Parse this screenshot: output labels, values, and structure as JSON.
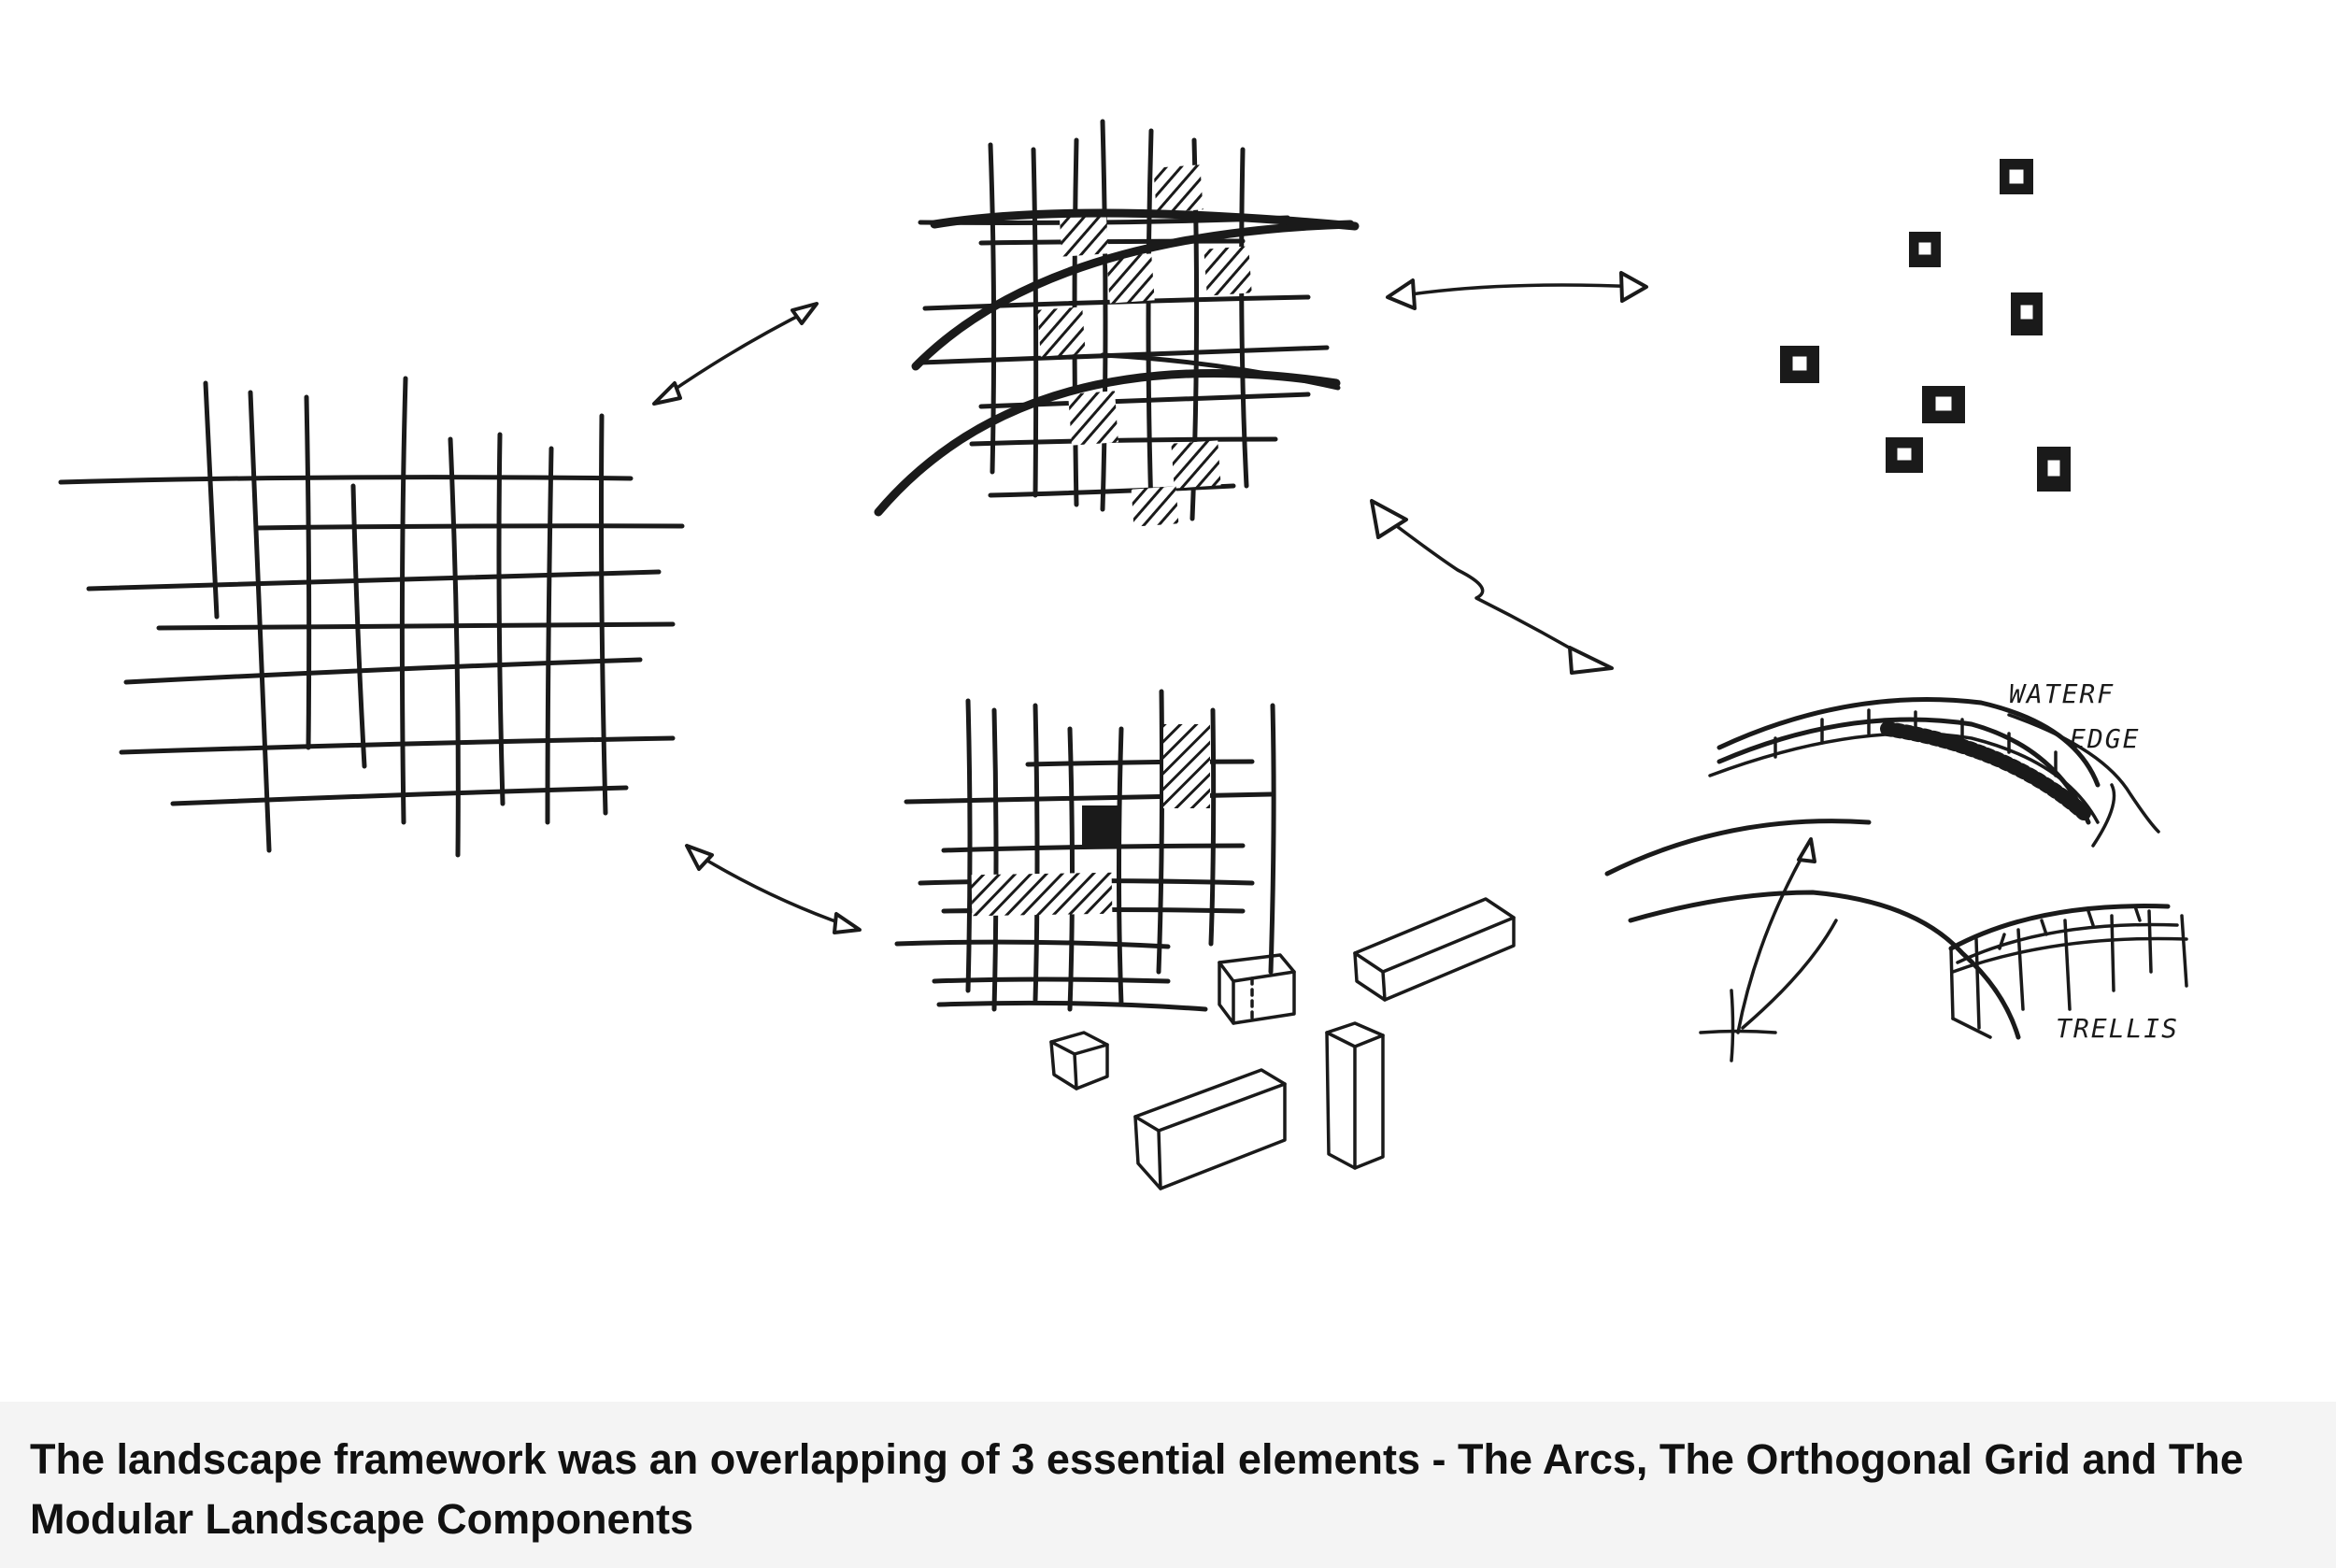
{
  "sketch": {
    "labels": {
      "waterfront_edge_line1": "WATERF",
      "waterfront_edge_line2": "EDGE",
      "trellis": "TRELLIS"
    },
    "elements": [
      "orthogonal-grid",
      "arcs-over-grid",
      "scattered-modules",
      "grid-with-components",
      "arc-geometry",
      "waterfront-edge",
      "trellis"
    ]
  },
  "caption": {
    "text": "The landscape framework was an overlapping of 3 essential elements - The Arcs, The Orthogonal Grid and The Modular Landscape Components"
  }
}
